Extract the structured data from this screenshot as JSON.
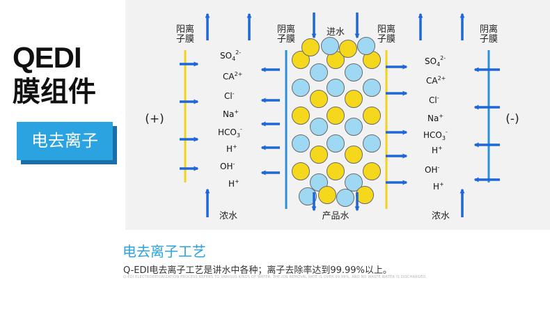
{
  "left_title": {
    "line1": "QEDI",
    "line2": "膜组件"
  },
  "badge": {
    "label": "电去离子"
  },
  "diagram": {
    "membranes": [
      {
        "label_line1": "阳离",
        "label_line2": "子膜",
        "color": "#f2d21a"
      },
      {
        "label_line1": "阴离",
        "label_line2": "子膜",
        "color": "#2a8fd8"
      },
      {
        "label_line1": "阳离",
        "label_line2": "子膜",
        "color": "#f2d21a"
      },
      {
        "label_line1": "阴离",
        "label_line2": "子膜",
        "color": "#2a8fd8"
      }
    ],
    "inlet_label": "进水",
    "product_label": "产品水",
    "concentrate_left_label": "浓水",
    "concentrate_right_label": "浓水",
    "anode_label": "(+)",
    "cathode_label": "(-)",
    "ions_left": [
      {
        "base": "SO",
        "sub": "4",
        "sup": "2-"
      },
      {
        "base": "CA",
        "sub": "",
        "sup": "2+"
      },
      {
        "base": "Cl",
        "sub": "",
        "sup": "-"
      },
      {
        "base": "Na",
        "sub": "",
        "sup": "+"
      },
      {
        "base": "HCO",
        "sub": "3",
        "sup": "-"
      },
      {
        "base": "H",
        "sub": "",
        "sup": "+"
      },
      {
        "base": "OH",
        "sub": "",
        "sup": "-"
      },
      {
        "base": "H",
        "sub": "",
        "sup": "+"
      }
    ],
    "ions_right": [
      {
        "base": "SO",
        "sub": "4",
        "sup": "2-"
      },
      {
        "base": "CA",
        "sub": "",
        "sup": "2+"
      },
      {
        "base": "Cl",
        "sub": "",
        "sup": "-"
      },
      {
        "base": "Na",
        "sub": "",
        "sup": "+"
      },
      {
        "base": "HCO",
        "sub": "3",
        "sup": "-"
      },
      {
        "base": "H",
        "sub": "",
        "sup": "+"
      },
      {
        "base": "OH",
        "sub": "",
        "sup": "-"
      },
      {
        "base": "H",
        "sub": "",
        "sup": "+"
      }
    ],
    "colors": {
      "arrow": "#1f66d6",
      "cation_bead": "#f5d81c",
      "anion_bead": "#9fd8f2",
      "bead_stroke": "#6a6a6a",
      "panel_bg": "#f2f2f2"
    }
  },
  "bottom": {
    "title": "电去离子工艺",
    "subtitle": "Q-EDI电去离子工艺是讲水中各种；离子去除率达到99.99%以上。",
    "tiny": "Q-EDI ELECTRODEIONIZATION PROCESS REFERS TO VARIOUS KINDS OF WATER. THE ION REMOVAL RATE IS OVER 99.99%, AND NO WASTE WATER IS DISCHARGED."
  }
}
